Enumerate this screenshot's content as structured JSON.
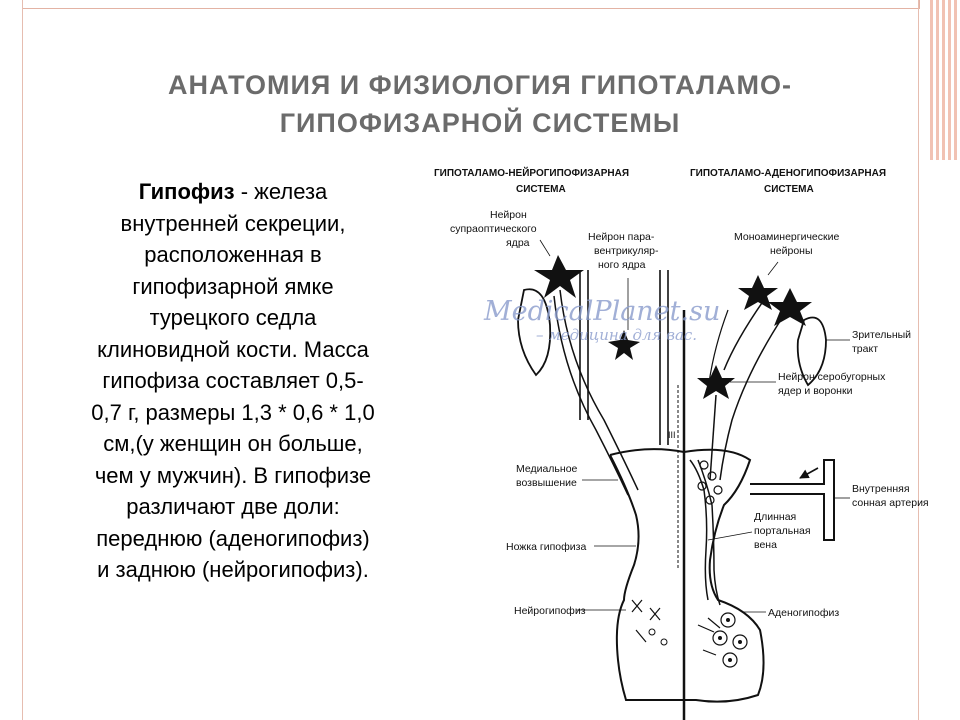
{
  "title": {
    "line1": "АНАТОМИЯ И ФИЗИОЛОГИЯ ГИПОТАЛАМО-",
    "line2": "ГИПОФИЗАРНОЙ СИСТЕМЫ"
  },
  "body": {
    "term": "Гипофиз",
    "line1_rest": " - железа",
    "lines": [
      "внутренней секреции,",
      "расположенная в",
      "гипофизарной ямке",
      "турецкого седла",
      "клиновидной кости. Масса",
      "гипофиза составляет 0,5-",
      "0,7 г, размеры 1,3 * 0,6 * 1,0",
      "см,(у женщин он больше,",
      "чем у мужчин). В гипофизе",
      "различают две доли:",
      "переднюю (аденогипофиз)",
      "и заднюю (нейрогипофиз)."
    ]
  },
  "diagram": {
    "header_left": [
      "ГИПОТАЛАМО-НЕЙРОГИПОФИЗАРНАЯ",
      "СИСТЕМА"
    ],
    "header_right": [
      "ГИПОТАЛАМО-АДЕНОГИПОФИЗАРНАЯ",
      "СИСТЕМА"
    ],
    "label_supraoptic": [
      "Нейрон",
      "супраоптического",
      "ядра"
    ],
    "label_paraventricular": [
      "Нейрон пара-",
      "вентрикуляр-",
      "ного ядра"
    ],
    "label_monoaminergic": [
      "Моноаминергические",
      "нейроны"
    ],
    "label_optic_tract": [
      "Зрительный",
      "тракт"
    ],
    "label_tuberal": [
      "Нейрон серобугорных",
      "ядер и воронки"
    ],
    "label_median_eminence": [
      "Медиальное",
      "возвышение"
    ],
    "label_internal_carotid": [
      "Внутренняя",
      "сонная артерия"
    ],
    "label_stalk": "Ножка гипофиза",
    "label_portal_vein": [
      "Длинная",
      "портальная",
      "вена"
    ],
    "label_neurohypophysis": "Нейрогипофиз",
    "label_adenohypophysis": "Аденогипофиз",
    "label_roman": "III",
    "watermark_line1": "MedicalPlanet.su",
    "watermark_line2": "– медицина для вас."
  }
}
